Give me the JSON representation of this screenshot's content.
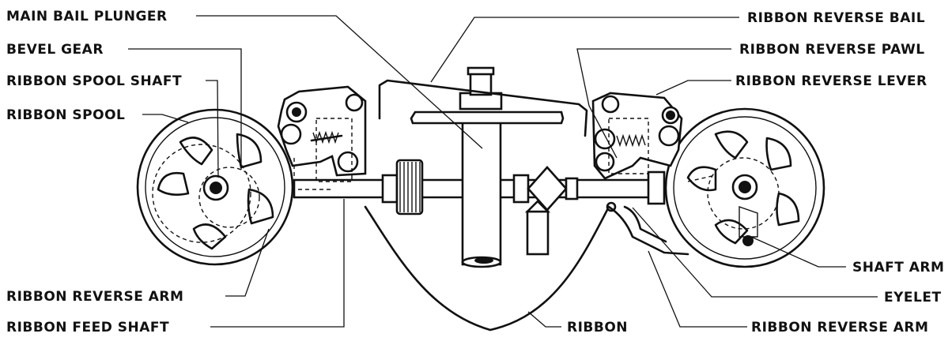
{
  "labels": {
    "main_bail_plunger": "MAIN BAIL PLUNGER",
    "bevel_gear": "BEVEL GEAR",
    "ribbon_spool_shaft": "RIBBON SPOOL SHAFT",
    "ribbon_spool": "RIBBON SPOOL",
    "ribbon_reverse_arm_left": "RIBBON REVERSE ARM",
    "ribbon_feed_shaft": "RIBBON FEED SHAFT",
    "ribbon": "RIBBON",
    "ribbon_reverse_bail": "RIBBON REVERSE BAIL",
    "ribbon_reverse_pawl": "RIBBON REVERSE PAWL",
    "ribbon_reverse_lever": "RIBBON REVERSE LEVER",
    "shaft_arm": "SHAFT ARM",
    "eyelet": "EYELET",
    "ribbon_reverse_arm_right": "RIBBON REVERSE ARM"
  }
}
